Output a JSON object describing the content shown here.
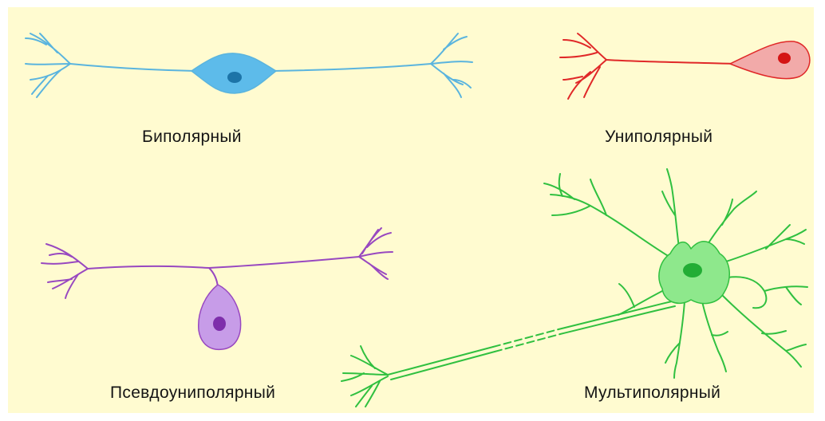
{
  "panel_background": "#fffbd0",
  "neurons": [
    {
      "key": "bipolar",
      "label": "Биполярный",
      "color": "#5ab4de",
      "fill": "#5dbbea",
      "nucleus": "#1c74a8",
      "icon": "bipolar-neuron-icon"
    },
    {
      "key": "unipolar",
      "label": "Униполярный",
      "color": "#e02828",
      "fill": "#f2aaa9",
      "nucleus": "#d41414",
      "icon": "unipolar-neuron-icon"
    },
    {
      "key": "pseudounipolar",
      "label": "Псевдоуниполярный",
      "color": "#9848c0",
      "fill": "#c79ce8",
      "nucleus": "#7e2eab",
      "icon": "pseudounipolar-neuron-icon"
    },
    {
      "key": "multipolar",
      "label": "Мультиполярный",
      "color": "#30c040",
      "fill": "#8ee88c",
      "nucleus": "#22ad35",
      "icon": "multipolar-neuron-icon"
    }
  ]
}
